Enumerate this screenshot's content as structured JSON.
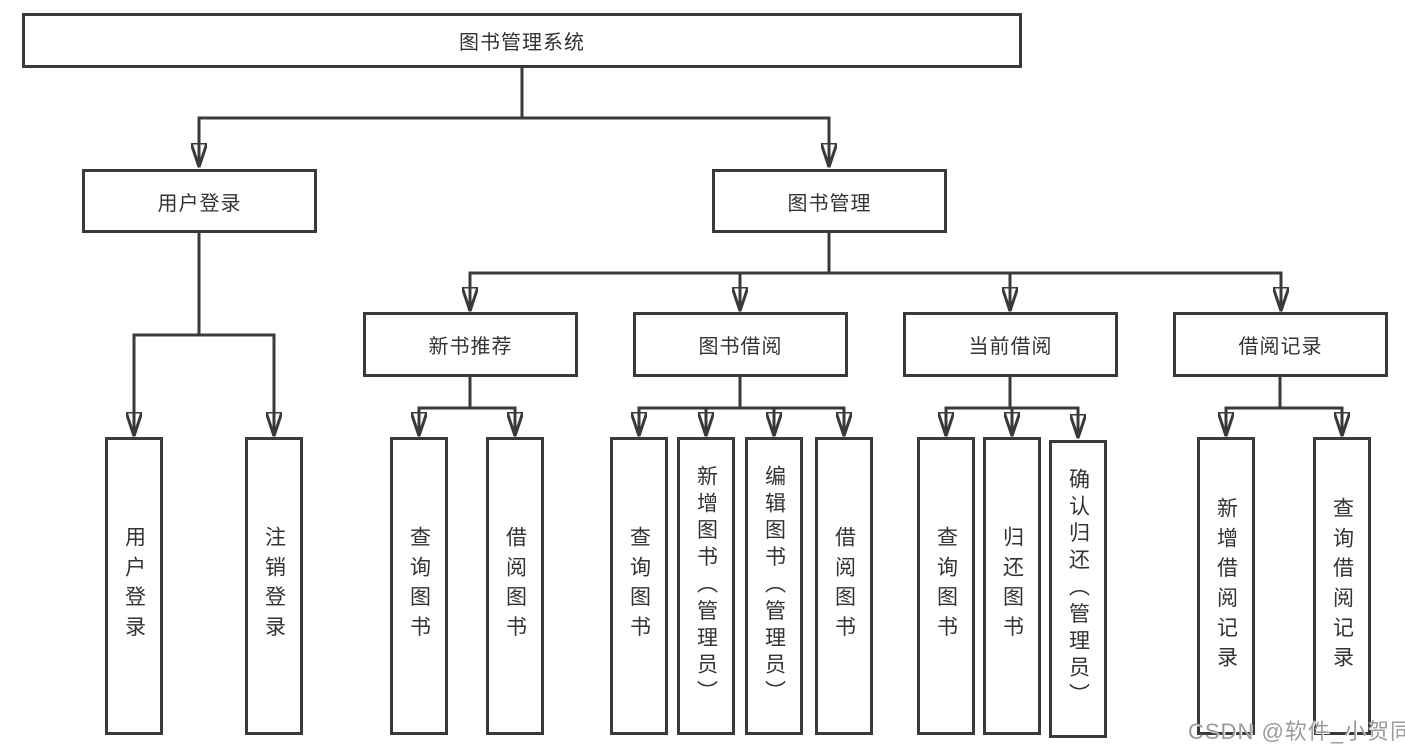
{
  "colors": {
    "line": "#3a3a3a",
    "box_border": "#3a3a3a",
    "text": "#333333",
    "background": "#ffffff",
    "watermark_text": "#9b9b9b"
  },
  "tree": {
    "root": {
      "label": "图书管理系统",
      "children": [
        {
          "label": "用户登录",
          "children": [
            {
              "label": "用户登录"
            },
            {
              "label": "注销登录"
            }
          ]
        },
        {
          "label": "图书管理",
          "children": [
            {
              "label": "新书推荐",
              "children": [
                {
                  "label": "查询图书"
                },
                {
                  "label": "借阅图书"
                }
              ]
            },
            {
              "label": "图书借阅",
              "children": [
                {
                  "label": "查询图书"
                },
                {
                  "label": "新增图书（管理员）"
                },
                {
                  "label": "编辑图书（管理员）"
                },
                {
                  "label": "借阅图书"
                }
              ]
            },
            {
              "label": "当前借阅",
              "children": [
                {
                  "label": "查询图书"
                },
                {
                  "label": "归还图书"
                },
                {
                  "label": "确认归还（管理员）"
                }
              ]
            },
            {
              "label": "借阅记录",
              "children": [
                {
                  "label": "新增借阅记录"
                },
                {
                  "label": "查询借阅记录"
                }
              ]
            }
          ]
        }
      ]
    }
  },
  "watermark": {
    "text": "CSDN @软件_小贺同学"
  }
}
